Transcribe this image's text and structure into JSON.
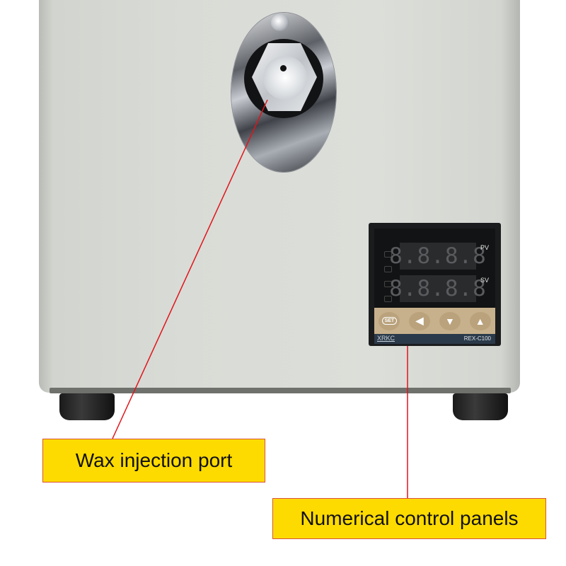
{
  "product": {
    "description": "Grey wax injector cabinet with injection port and temperature controller",
    "colors": {
      "cabinet": "#d9dbd6",
      "callout_fill": "#fedb00",
      "callout_border": "#d9533b",
      "leader_line": "#e0151b"
    }
  },
  "controller": {
    "pv_label": "PV",
    "sv_label": "SV",
    "pv_display": "8.8.8.8",
    "sv_display": "8.8.8.8",
    "buttons": [
      {
        "label": "SET",
        "icon": "set-icon"
      },
      {
        "label": "◀",
        "icon": "shift-left-icon"
      },
      {
        "label": "▼",
        "icon": "down-arrow-icon"
      },
      {
        "label": "▲",
        "icon": "up-arrow-icon"
      }
    ],
    "brand": "XRKC",
    "model": "REX-C100"
  },
  "callouts": {
    "wax_injection_port": "Wax injection port",
    "numerical_control_panels": "Numerical control panels"
  }
}
